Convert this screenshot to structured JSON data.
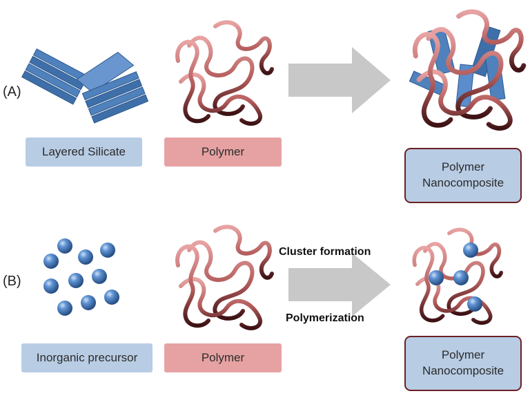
{
  "rows": [
    {
      "label": "(A)",
      "components": [
        "Layered Silicate",
        "Polymer"
      ],
      "result": [
        "Polymer",
        "Nanocomposite"
      ],
      "arrow_labels": []
    },
    {
      "label": "(B)",
      "components": [
        "Inorganic precursor",
        "Polymer"
      ],
      "result": [
        "Polymer",
        "Nanocomposite"
      ],
      "arrow_labels": [
        "Cluster formation",
        "Polymerization"
      ]
    }
  ],
  "colors": {
    "silicate_blue": "#4f81bd",
    "polymer_strand": "#c0504d",
    "label_blue": "#b8cce4",
    "label_red": "#e6a2a2",
    "arrow_gray": "#c8c8c8",
    "result_border": "#6b1f24"
  }
}
